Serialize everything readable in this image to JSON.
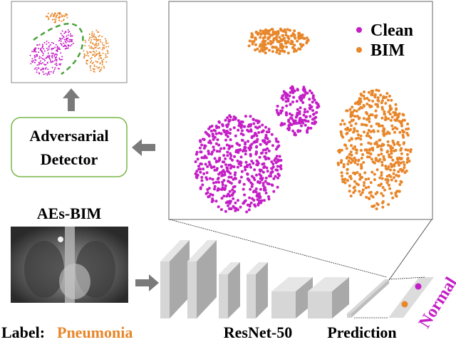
{
  "detector": {
    "line1": "Adversarial",
    "line2": "Detector"
  },
  "input_title": "AEs-BIM",
  "label": {
    "prefix": "Label:",
    "value": "Pneumonia"
  },
  "network_label": "ResNet-50",
  "prediction_label": "Prediction",
  "prediction_output": "Normal",
  "legend": [
    {
      "name": "Clean",
      "color": "#c41ec6"
    },
    {
      "name": "BIM",
      "color": "#e8862a"
    }
  ],
  "colors": {
    "clean": "#c41ec6",
    "bim": "#e8862a",
    "detector_border": "#7ab648",
    "boundary": "#4aa03a",
    "arrow": "#7a7a7a",
    "label_value": "#e8862a"
  }
}
